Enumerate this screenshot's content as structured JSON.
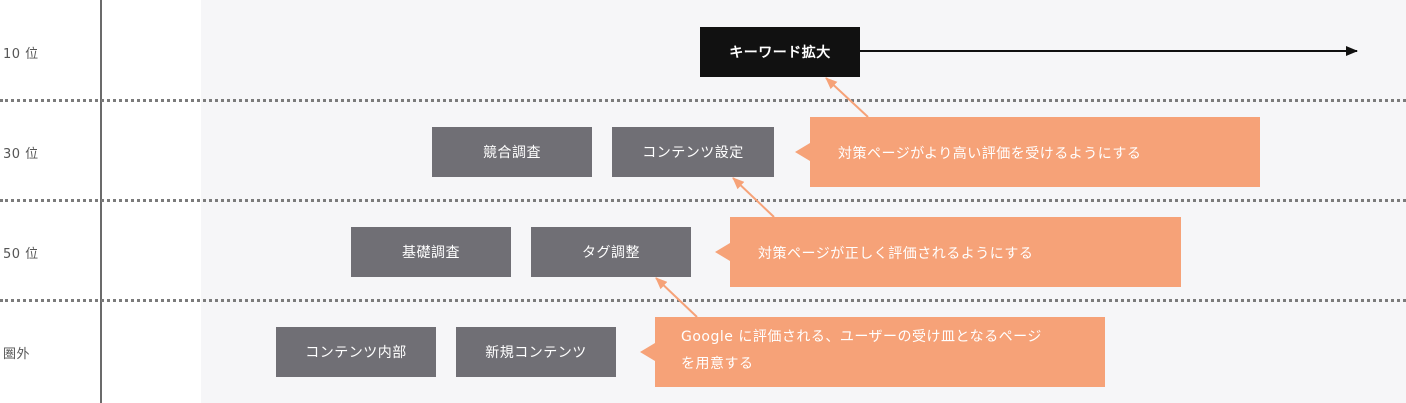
{
  "ranks": {
    "r10": "10 位",
    "r30": "30 位",
    "r50": "50 位",
    "out": "圏外"
  },
  "boxes": {
    "keyword_expansion": "キーワード拡大",
    "competitor_research": "競合調査",
    "content_settings": "コンテンツ設定",
    "basic_research": "基礎調査",
    "tag_adjustment": "タグ調整",
    "content_internal": "コンテンツ内部",
    "new_content": "新規コンテンツ"
  },
  "callouts": {
    "high_rating": "対策ページがより高い評価を受けるようにする",
    "correct_rating": "対策ページが正しく評価されるようにする",
    "landing_line1": "Google に評価される、ユーザーの受け皿となるページ",
    "landing_line2": "を用意する"
  },
  "colors": {
    "box_gray": "#706f75",
    "box_dark": "#111111",
    "callout": "#f6a278",
    "arrow_orange": "#f6a278",
    "panel": "#f6f6f8"
  }
}
